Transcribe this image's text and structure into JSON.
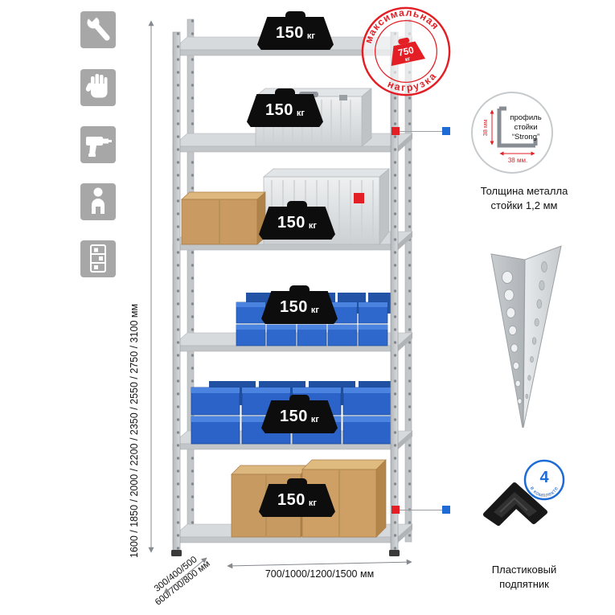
{
  "colors": {
    "accent_red": "#e31e24",
    "accent_blue": "#1e6bd6",
    "icon_gray": "#a7a7a7"
  },
  "left_icons": [
    {
      "name": "wrench-icon"
    },
    {
      "name": "glove-icon"
    },
    {
      "name": "drill-icon"
    },
    {
      "name": "person-icon"
    },
    {
      "name": "rack-photo-icon"
    }
  ],
  "dimensions": {
    "height_label": "1600 / 1850 / 2000 / 2200 / 2350 / 2550 / 2750 / 3100 мм",
    "depth_label_line1": "300/400/500",
    "depth_label_line2": "600/700/800 мм",
    "width_label": "700/1000/1200/1500 мм"
  },
  "rack": {
    "shelf_loads": [
      {
        "value": "150",
        "unit": "кг"
      },
      {
        "value": "150",
        "unit": "кг"
      },
      {
        "value": "150",
        "unit": "кг"
      },
      {
        "value": "150",
        "unit": "кг"
      },
      {
        "value": "150",
        "unit": "кг"
      },
      {
        "value": "150",
        "unit": "кг"
      }
    ]
  },
  "stamp": {
    "arc_top": "максимальная",
    "arc_bottom": "нагрузка",
    "value": "750",
    "unit": "кг"
  },
  "profile": {
    "title_line1": "профиль",
    "title_line2": "стойки",
    "title_line3": "“Strong”",
    "dim_vertical": "38 мм",
    "dim_horizontal": "38 мм.",
    "caption_line1": "Толщина металла",
    "caption_line2": "стойки 1,2 мм"
  },
  "foot": {
    "badge_value": "4",
    "badge_label": "в комплекте",
    "caption_line1": "Пластиковый",
    "caption_line2": "подпятник"
  }
}
